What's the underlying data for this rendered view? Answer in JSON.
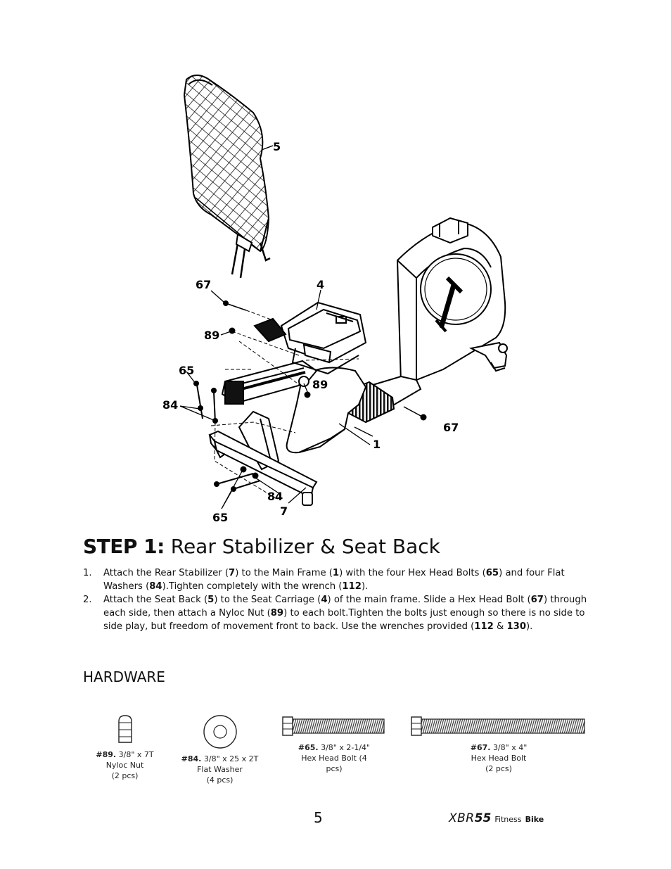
{
  "diagram": {
    "callouts": {
      "c5": "5",
      "c67a": "67",
      "c4": "4",
      "c89a": "89",
      "c65a": "65",
      "c89b": "89",
      "c84a": "84",
      "c67b": "67",
      "c1": "1",
      "c84b": "84",
      "c7": "7",
      "c65b": "65"
    }
  },
  "step": {
    "title_strong": "STEP 1:",
    "title_rest": " Rear Stabilizer & Seat Back"
  },
  "instructions": [
    {
      "num": "1.",
      "parts": [
        "Attach the Rear Stabilizer (",
        "7",
        ") to the Main Frame (",
        "1",
        ") with the four Hex Head Bolts (",
        "65",
        ") and four Flat Washers (",
        "84",
        ").Tighten completely with the wrench (",
        "112",
        ")."
      ]
    },
    {
      "num": "2.",
      "parts": [
        "Attach the Seat Back (",
        "5",
        ") to the Seat Carriage (",
        "4",
        ") of the main frame. Slide a Hex Head Bolt (",
        "67",
        ") through each side, then attach a Nyloc Nut (",
        "89",
        ") to each bolt.Tighten the bolts just enough so there is no side to side play, but freedom of movement front to back. Use the wrenches provided (",
        "112",
        " & ",
        "130",
        ")."
      ]
    }
  ],
  "hardware": {
    "heading": "HARDWARE",
    "items": [
      {
        "code": "#89.",
        "size": "3/8\" x 7T",
        "name": "Nyloc Nut",
        "qty": "(2 pcs)",
        "icon": "nut-icon"
      },
      {
        "code": "#84.",
        "size": "3/8\" x 25 x 2T",
        "name": "Flat Washer",
        "qty": "(4 pcs)",
        "icon": "washer-icon"
      },
      {
        "code": "#65.",
        "size": "3/8\" x 2-1/4\"",
        "name": "Hex Head Bolt (4",
        "qty": "pcs)",
        "icon": "short-bolt-icon"
      },
      {
        "code": "#67.",
        "size": "3/8\" x 4\"",
        "name": "Hex Head Bolt",
        "qty": "(2 pcs)",
        "icon": "long-bolt-icon"
      }
    ]
  },
  "footer": {
    "page": "5",
    "brand_prefix": "XBR",
    "brand_model": "55",
    "brand_word1": "Fitness",
    "brand_word2": "Bike"
  }
}
